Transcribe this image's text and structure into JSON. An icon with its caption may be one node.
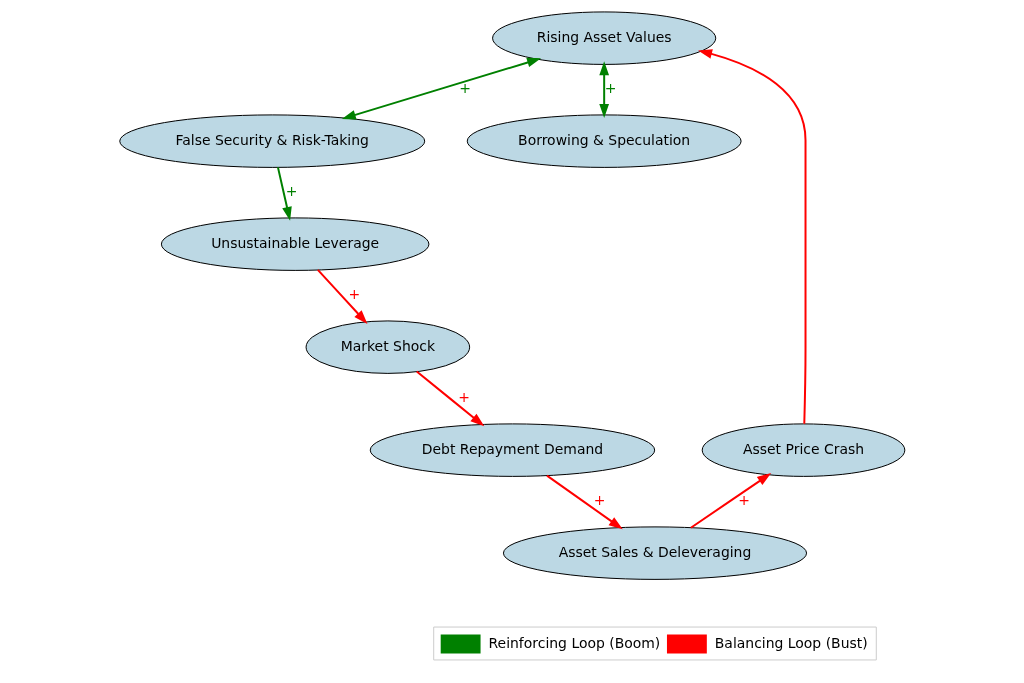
{
  "diagram": {
    "nodes": [
      {
        "text": [
          "Rising Asset Values"
        ]
      },
      {
        "text": [
          "False Security & Risk-Taking"
        ]
      },
      {
        "text": [
          "Borrowing & Speculation"
        ]
      },
      {
        "text": [
          "Unsustainable Leverage"
        ]
      },
      {
        "text": [
          "Market Shock"
        ]
      },
      {
        "text": [
          "Asset Price Crash"
        ]
      },
      {
        "text": [
          "Debt Repayment Demand"
        ]
      },
      {
        "text": [
          "Asset Sales & Deleveraging"
        ]
      }
    ],
    "edges": [
      {
        "from": 0,
        "to": 1,
        "arrow": "both",
        "label": "+",
        "color": "#008000"
      },
      {
        "from": 0,
        "to": 2,
        "arrow": "both",
        "label": "+",
        "color": "#008000"
      },
      {
        "from": 1,
        "to": 3,
        "arrow": "to",
        "label": "+",
        "color": "#008000"
      },
      {
        "from": 3,
        "to": 4,
        "arrow": "to",
        "label": "+",
        "color": "#ff0000"
      },
      {
        "from": 4,
        "to": 6,
        "arrow": "to",
        "label": "+",
        "color": "#ff0000"
      },
      {
        "from": 6,
        "to": 7,
        "arrow": "to",
        "label": "+",
        "color": "#ff0000"
      },
      {
        "from": 7,
        "to": 5,
        "arrow": "to",
        "label": "+",
        "color": "#ff0000"
      },
      {
        "from": 5,
        "to": 0,
        "arrow": "to",
        "color": "#ff0000"
      }
    ],
    "legend": [
      {
        "text": "Reinforcing Loop (Boom)",
        "color": "#008000"
      },
      {
        "text": "Balancing Loop (Bust)",
        "color": "#ff0000"
      }
    ]
  }
}
